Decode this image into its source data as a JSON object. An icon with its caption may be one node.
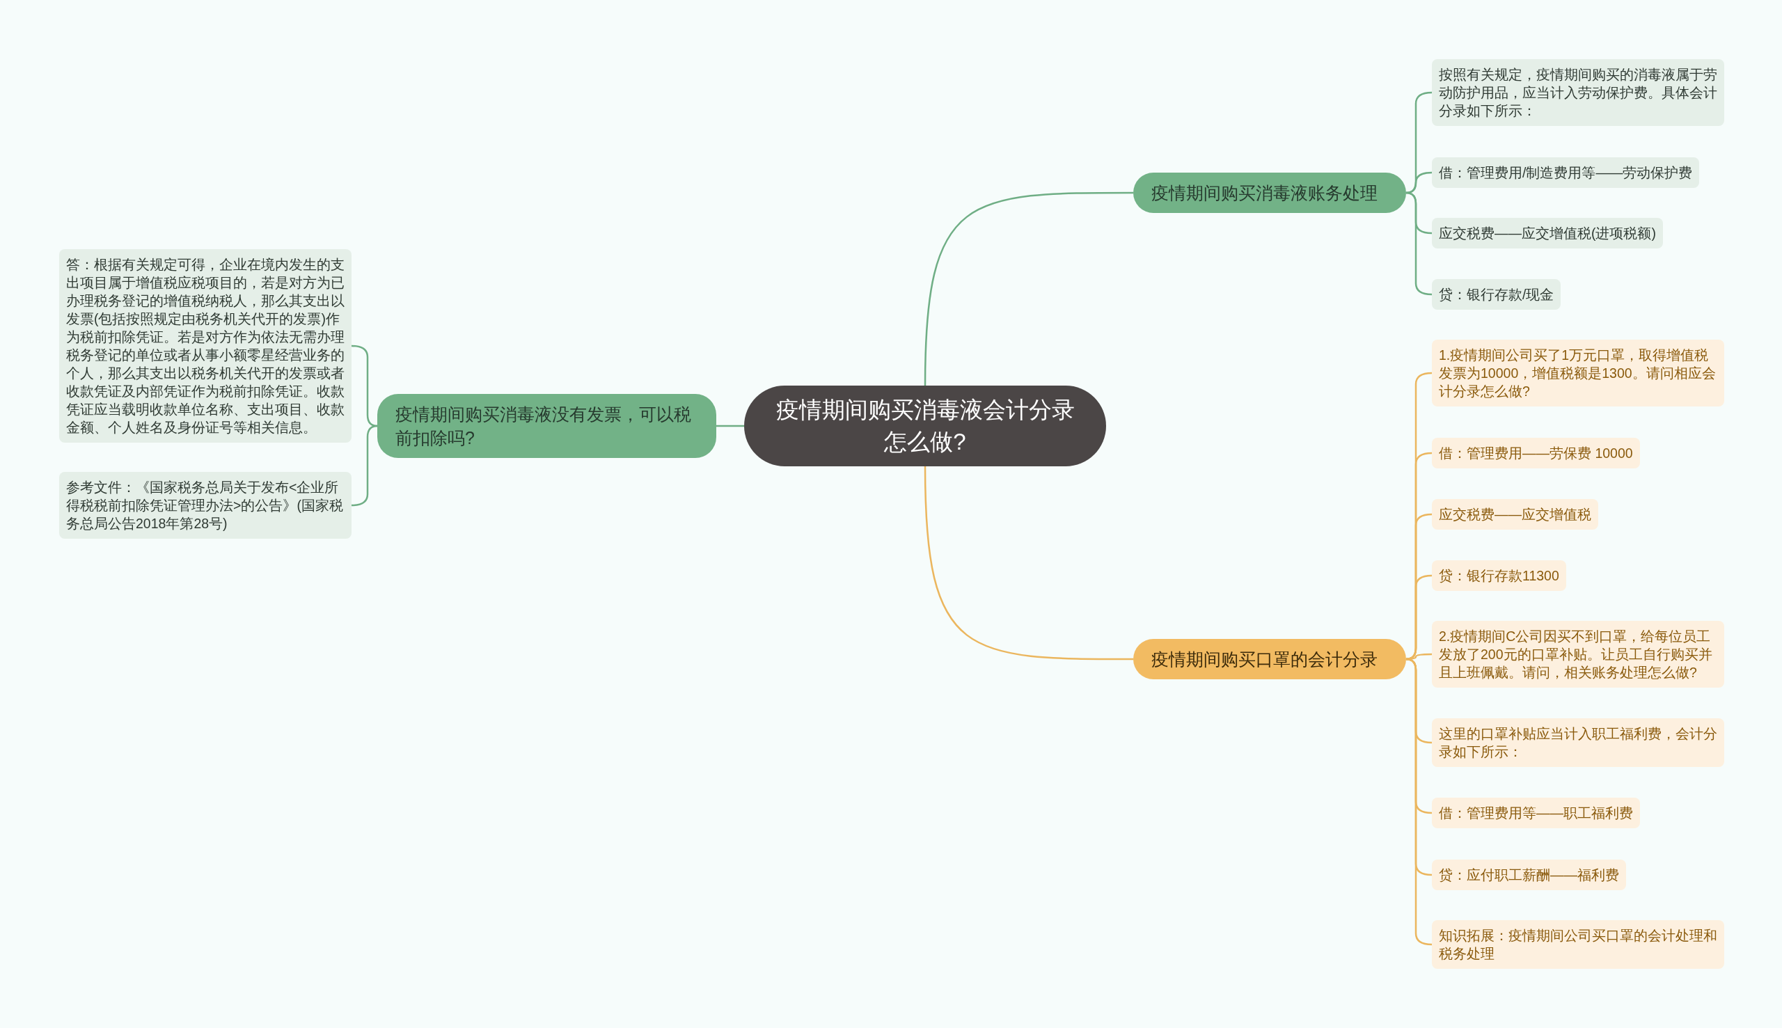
{
  "diagram": {
    "nodes": [
      {
        "text": [
          "疫情期间购买消毒液会计分录怎么做?"
        ]
      },
      {
        "text": [
          "疫情期间购买消毒液账务处理"
        ]
      },
      {
        "text": [
          "按照有关规定，疫情期间购买的消毒液属于劳动防护用品，应当计入劳动保护费。具体会计分录如下所示："
        ]
      },
      {
        "text": [
          "借：管理费用/制造费用等——劳动保护费"
        ]
      },
      {
        "text": [
          "应交税费——应交增值税(进项税额)"
        ]
      },
      {
        "text": [
          "贷：银行存款/现金"
        ]
      },
      {
        "text": [
          "疫情期间购买口罩的会计分录"
        ]
      },
      {
        "text": [
          "1.疫情期间公司买了1万元口罩，取得增值税发票为10000，增值税额是1300。请问相应会计分录怎么做?"
        ]
      },
      {
        "text": [
          "借：管理费用——劳保费 10000"
        ]
      },
      {
        "text": [
          "应交税费——应交增值税"
        ]
      },
      {
        "text": [
          "贷：银行存款11300"
        ]
      },
      {
        "text": [
          "2.疫情期间C公司因买不到口罩，给每位员工发放了200元的口罩补贴。让员工自行购买并且上班佩戴。请问，相关账务处理怎么做?"
        ]
      },
      {
        "text": [
          "这里的口罩补贴应当计入职工福利费，会计分录如下所示："
        ]
      },
      {
        "text": [
          "借：管理费用等——职工福利费"
        ]
      },
      {
        "text": [
          "贷：应付职工薪酬——福利费"
        ]
      },
      {
        "text": [
          "知识拓展：疫情期间公司买口罩的会计处理和税务处理"
        ]
      },
      {
        "text": [
          "疫情期间购买消毒液没有发票，可以税前扣除吗?"
        ]
      },
      {
        "text": [
          "答：根据有关规定可得，企业在境内发生的支出项目属于增值税应税项目的，若是对方为已办理税务登记的增值税纳税人，那么其支出以发票(包括按照规定由税务机关代开的发票)作为税前扣除凭证。若是对方作为依法无需办理税务登记的单位或者从事小额零星经营业务的个人，那么其支出以税务机关代开的发票或者收款凭证及内部凭证作为税前扣除凭证。收款凭证应当载明收款单位名称、支出项目、收款金额、个人姓名及身份证号等相关信息。"
        ]
      },
      {
        "text": [
          "参考文件：《国家税务总局关于发布<企业所得税税前扣除凭证管理办法>的公告》(国家税务总局公告2018年第28号)"
        ]
      }
    ],
    "edges": [
      {
        "from": 0,
        "to": 1,
        "arrow": "none",
        "color": "#6fae85"
      },
      {
        "from": 1,
        "to": 2,
        "arrow": "none",
        "color": "#6fae85"
      },
      {
        "from": 1,
        "to": 3,
        "arrow": "none",
        "color": "#6fae85"
      },
      {
        "from": 1,
        "to": 4,
        "arrow": "none",
        "color": "#6fae85"
      },
      {
        "from": 1,
        "to": 5,
        "arrow": "none",
        "color": "#6fae85"
      },
      {
        "from": 0,
        "to": 6,
        "arrow": "none",
        "color": "#ebb65e"
      },
      {
        "from": 6,
        "to": 7,
        "arrow": "none",
        "color": "#ebb65e"
      },
      {
        "from": 6,
        "to": 8,
        "arrow": "none",
        "color": "#ebb65e"
      },
      {
        "from": 6,
        "to": 9,
        "arrow": "none",
        "color": "#ebb65e"
      },
      {
        "from": 6,
        "to": 10,
        "arrow": "none",
        "color": "#ebb65e"
      },
      {
        "from": 6,
        "to": 11,
        "arrow": "none",
        "color": "#ebb65e"
      },
      {
        "from": 6,
        "to": 12,
        "arrow": "none",
        "color": "#ebb65e"
      },
      {
        "from": 6,
        "to": 13,
        "arrow": "none",
        "color": "#ebb65e"
      },
      {
        "from": 6,
        "to": 14,
        "arrow": "none",
        "color": "#ebb65e"
      },
      {
        "from": 6,
        "to": 15,
        "arrow": "none",
        "color": "#ebb65e"
      },
      {
        "from": 0,
        "to": 16,
        "arrow": "none",
        "color": "#6fae85"
      },
      {
        "from": 16,
        "to": 17,
        "arrow": "none",
        "color": "#6fae85"
      },
      {
        "from": 16,
        "to": 18,
        "arrow": "none",
        "color": "#6fae85"
      }
    ]
  }
}
